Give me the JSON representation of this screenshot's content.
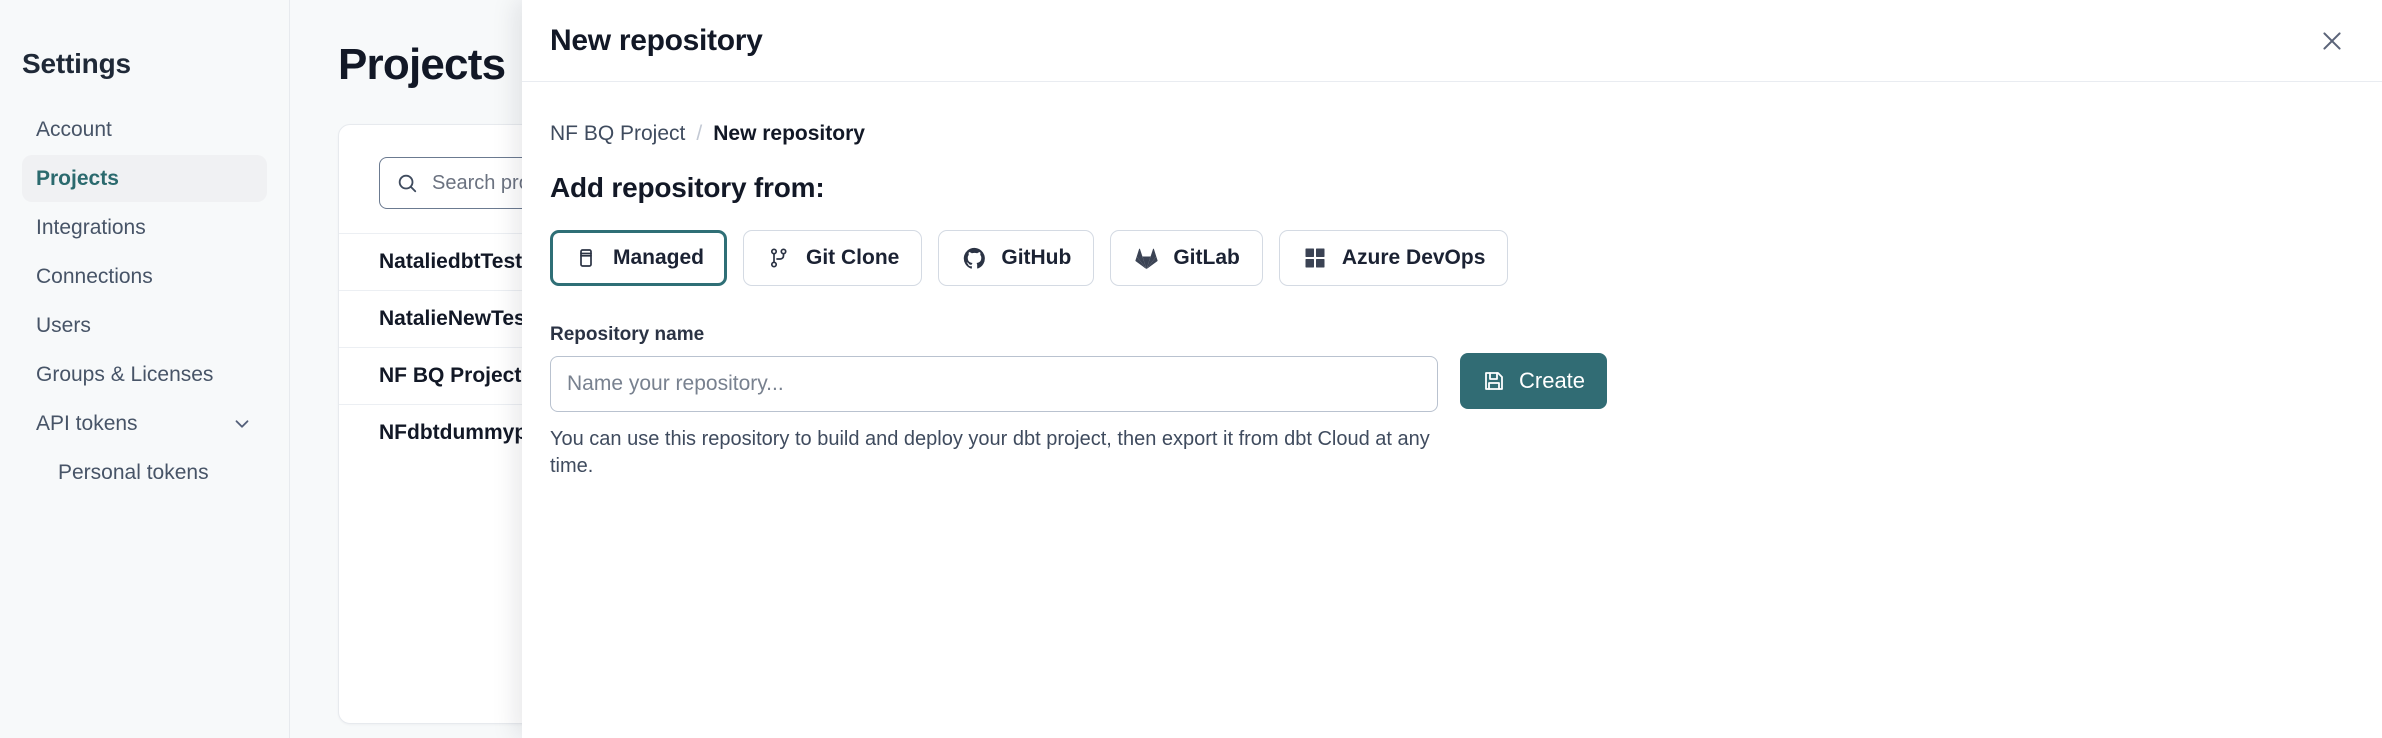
{
  "sidebar": {
    "title": "Settings",
    "items": [
      {
        "label": "Account",
        "name": "sidebar-item-account",
        "active": false,
        "sub": false,
        "chevron": false
      },
      {
        "label": "Projects",
        "name": "sidebar-item-projects",
        "active": true,
        "sub": false,
        "chevron": false
      },
      {
        "label": "Integrations",
        "name": "sidebar-item-integrations",
        "active": false,
        "sub": false,
        "chevron": false
      },
      {
        "label": "Connections",
        "name": "sidebar-item-connections",
        "active": false,
        "sub": false,
        "chevron": false
      },
      {
        "label": "Users",
        "name": "sidebar-item-users",
        "active": false,
        "sub": false,
        "chevron": false
      },
      {
        "label": "Groups & Licenses",
        "name": "sidebar-item-groups",
        "active": false,
        "sub": false,
        "chevron": false
      },
      {
        "label": "API tokens",
        "name": "sidebar-item-api-tokens",
        "active": false,
        "sub": false,
        "chevron": true
      },
      {
        "label": "Personal tokens",
        "name": "sidebar-item-personal-tokens",
        "active": false,
        "sub": true,
        "chevron": false
      }
    ]
  },
  "main": {
    "page_title": "Projects",
    "search": {
      "placeholder": "Search projects by name...",
      "icon": "search-icon"
    },
    "projects": [
      {
        "name": "NataliedbtTestLearn T"
      },
      {
        "name": "NatalieNewTest"
      },
      {
        "name": "NF BQ Project"
      },
      {
        "name": "NFdbtdummyproject"
      }
    ]
  },
  "panel": {
    "title": "New repository",
    "close_icon": "close-icon",
    "breadcrumb": {
      "parent": "NF BQ Project",
      "separator": "/",
      "current": "New repository"
    },
    "section_heading": "Add repository from:",
    "sources": [
      {
        "label": "Managed",
        "icon": "database-icon",
        "name": "source-button-managed",
        "selected": true
      },
      {
        "label": "Git Clone",
        "icon": "git-branch-icon",
        "name": "source-button-git-clone",
        "selected": false
      },
      {
        "label": "GitHub",
        "icon": "github-icon",
        "name": "source-button-github",
        "selected": false
      },
      {
        "label": "GitLab",
        "icon": "gitlab-icon",
        "name": "source-button-gitlab",
        "selected": false
      },
      {
        "label": "Azure DevOps",
        "icon": "azure-devops-icon",
        "name": "source-button-azure-devops",
        "selected": false
      }
    ],
    "repository_name": {
      "label": "Repository name",
      "placeholder": "Name your repository...",
      "value": ""
    },
    "help_text": "You can use this repository to build and deploy your dbt project, then export it from dbt Cloud at any time.",
    "create_button": {
      "label": "Create",
      "icon": "save-icon"
    }
  },
  "colors": {
    "accent_teal": "#316c74",
    "selected_border": "#2f6f76",
    "text_dark": "#121826",
    "text_muted": "#3f4b5e",
    "page_bg": "#f7f9fa",
    "panel_bg": "#ffffff",
    "border": "#e7eaee"
  }
}
